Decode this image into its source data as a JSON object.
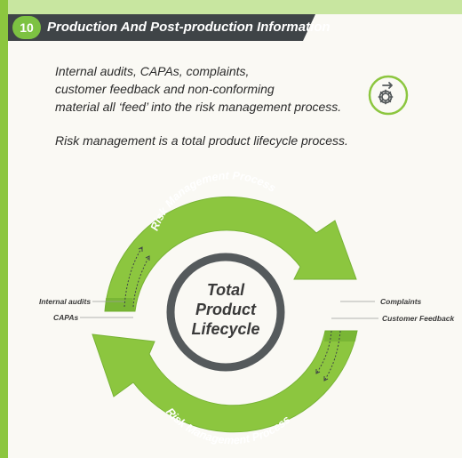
{
  "header": {
    "number": "10",
    "title": "Production And Post-production Information"
  },
  "intro": {
    "lines": [
      "Internal audits, CAPAs, complaints,",
      "customer feedback and non-conforming",
      "material all ‘feed’ into the risk management process."
    ],
    "summary": "Risk management is a total product lifecycle process."
  },
  "icon": "process-gear-icon",
  "cycle": {
    "top_arrow_label": "Risk Management Process",
    "bottom_arrow_label": "Risk Management Process",
    "center_lines": [
      "Total",
      "Product",
      "Lifecycle"
    ],
    "left_inputs": [
      "Internal audits",
      "CAPAs"
    ],
    "right_inputs": [
      "Complaints",
      "Customer Feedback"
    ]
  },
  "colors": {
    "accent_green": "#8cc63f",
    "dark_green": "#5d9e2a",
    "header_dark": "#3f4447",
    "ring_gray": "#555a5c"
  }
}
